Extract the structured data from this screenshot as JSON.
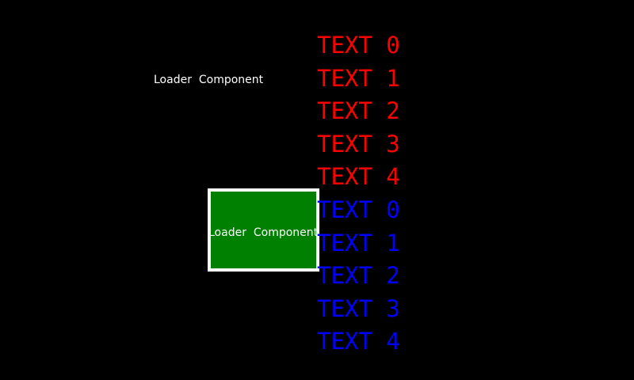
{
  "screen": {
    "background_color": "#000000"
  },
  "loader_label": {
    "text": "Loader  Component",
    "color": "#ffffff"
  },
  "loader_box": {
    "text": "Loader  Component",
    "fill_color": "#008000",
    "border_color": "#ffffff",
    "text_color": "#ffffff"
  },
  "text_list": {
    "items": [
      {
        "label": "TEXT 0",
        "color": "#ff0000"
      },
      {
        "label": "TEXT 1",
        "color": "#ff0000"
      },
      {
        "label": "TEXT 2",
        "color": "#ff0000"
      },
      {
        "label": "TEXT 3",
        "color": "#ff0000"
      },
      {
        "label": "TEXT 4",
        "color": "#ff0000"
      },
      {
        "label": "TEXT 0",
        "color": "#0000ff"
      },
      {
        "label": "TEXT 1",
        "color": "#0000ff"
      },
      {
        "label": "TEXT 2",
        "color": "#0000ff"
      },
      {
        "label": "TEXT 3",
        "color": "#0000ff"
      },
      {
        "label": "TEXT 4",
        "color": "#0000ff"
      }
    ]
  }
}
